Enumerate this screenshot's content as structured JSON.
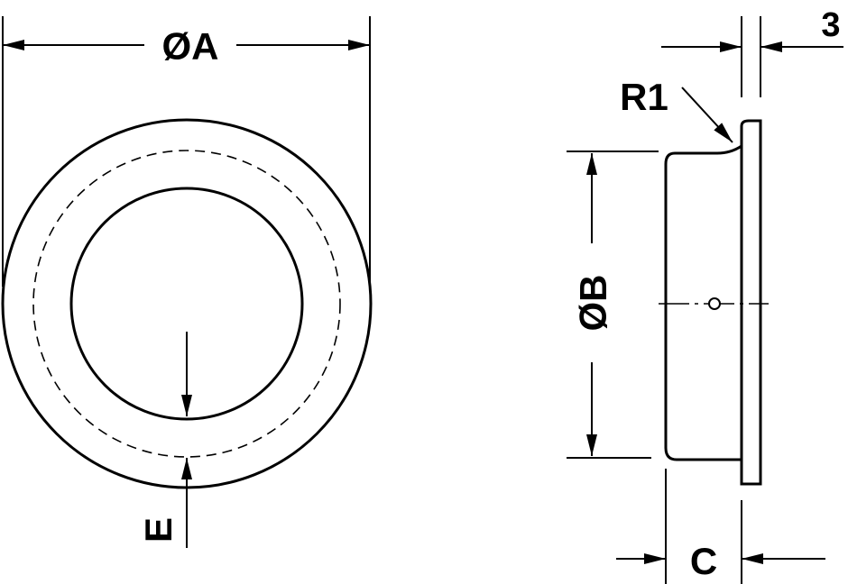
{
  "labels": {
    "diameter_a": "ØA",
    "diameter_b": "ØB",
    "dimension_c": "C",
    "dimension_e": "E",
    "thickness": "3",
    "radius": "R1"
  },
  "colors": {
    "line": "#000000",
    "background": "#ffffff"
  }
}
